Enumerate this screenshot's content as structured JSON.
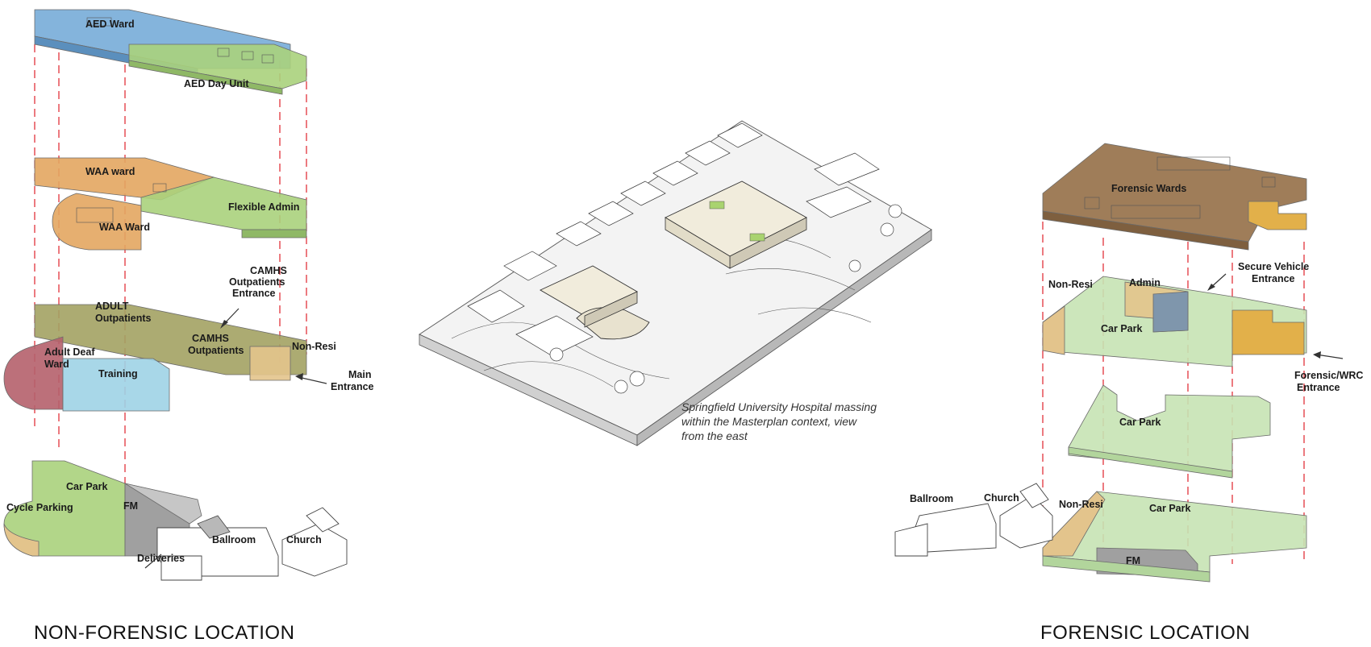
{
  "left": {
    "title": "NON-FORENSIC LOCATION",
    "floor3": {
      "aed_ward": "AED Ward",
      "aed_day_unit": "AED Day Unit"
    },
    "floor2": {
      "waa_ward_top": "WAA ward",
      "flexible_admin": "Flexible Admin",
      "waa_ward": "WAA Ward"
    },
    "floor1": {
      "adult_outpatients": [
        "ADULT",
        "Outpatients"
      ],
      "camhs_entrance": [
        "CAMHS",
        "Outpatients",
        "Entrance"
      ],
      "camhs_outpatients": [
        "CAMHS",
        "Outpatients"
      ],
      "adult_deaf_ward": [
        "Adult Deaf",
        "Ward"
      ],
      "training": "Training",
      "non_resi": "Non-Resi",
      "main_entrance": [
        "Main",
        "Entrance"
      ]
    },
    "ground": {
      "car_park": "Car Park",
      "cycle_parking": "Cycle Parking",
      "fm": "FM",
      "ballroom": "Ballroom",
      "church": "Church",
      "deliveries": "Deliveries"
    }
  },
  "center": {
    "caption": [
      "Springfield University Hospital massing",
      "within the Masterplan context, view",
      "from the east"
    ]
  },
  "right": {
    "title": "FORENSIC LOCATION",
    "top": {
      "forensic_wards": "Forensic Wards"
    },
    "level1": {
      "non_resi": "Non-Resi",
      "admin": "Admin",
      "secure_vehicle": [
        "Secure Vehicle",
        "Entrance"
      ],
      "car_park": "Car Park",
      "forensic_wrc": [
        "Forensic/WRC",
        "Entrance"
      ]
    },
    "level2": {
      "car_park": "Car Park"
    },
    "ground": {
      "ballroom": "Ballroom",
      "church": "Church",
      "non_resi": "Non-Resi",
      "car_park": "Car Park",
      "fm": "FM"
    }
  },
  "colors": {
    "blue": "#6fa7d6",
    "green": "#aad17c",
    "orange": "#e3a661",
    "olive": "#a3a263",
    "maroon": "#b5606b",
    "cyan": "#9fd3e6",
    "light_green": "#c6e3b4",
    "grey": "#a0a0a0",
    "tan": "#e3c48c",
    "brown": "#9a7650",
    "gold": "#e2b04a",
    "slate": "#7f96ac",
    "dash": "#e0222b"
  }
}
